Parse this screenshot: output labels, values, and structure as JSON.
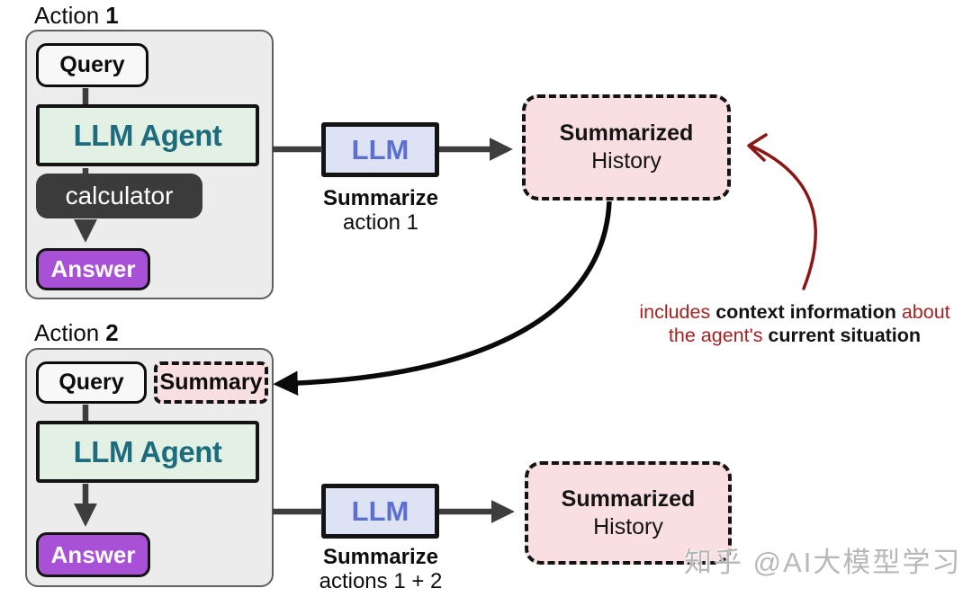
{
  "diagram_title": "LLM agent action summarization flow",
  "colors": {
    "panel_bg": "#ececec",
    "panel_border": "#606060",
    "query_bg": "#f8f8f8",
    "agent_bg": "#e3f1e4",
    "agent_text": "#1d6b7c",
    "tool_bg": "#3b3b3b",
    "answer_bg": "#a851d6",
    "llm_bg": "#dee2f5",
    "llm_text": "#5a6fcf",
    "history_bg": "#fadfe2",
    "connector_gray": "#3d3d3d",
    "connector_black": "#0a0a0a",
    "annotation_red": "#a42222",
    "red_arrow": "#8b1616"
  },
  "action1": {
    "label_text": "Action",
    "label_number": "1",
    "query": "Query",
    "agent": "LLM Agent",
    "tool": "calculator",
    "answer": "Answer"
  },
  "summarizer1": {
    "llm": "LLM",
    "caption_line1": "Summarize",
    "caption_line2": "action 1"
  },
  "history1": {
    "line1": "Summarized",
    "line2": "History"
  },
  "annotation": {
    "seg1": "includes ",
    "seg2": "context information",
    "seg3": " about the agent's ",
    "seg4": "current situation"
  },
  "action2": {
    "label_text": "Action",
    "label_number": "2",
    "query": "Query",
    "summary": "Summary",
    "agent": "LLM Agent",
    "answer": "Answer"
  },
  "summarizer2": {
    "llm": "LLM",
    "caption_line1": "Summarize",
    "caption_line2": "actions 1 + 2"
  },
  "history2": {
    "line1": "Summarized",
    "line2": "History"
  },
  "watermark": "知乎 @AI大模型学习"
}
